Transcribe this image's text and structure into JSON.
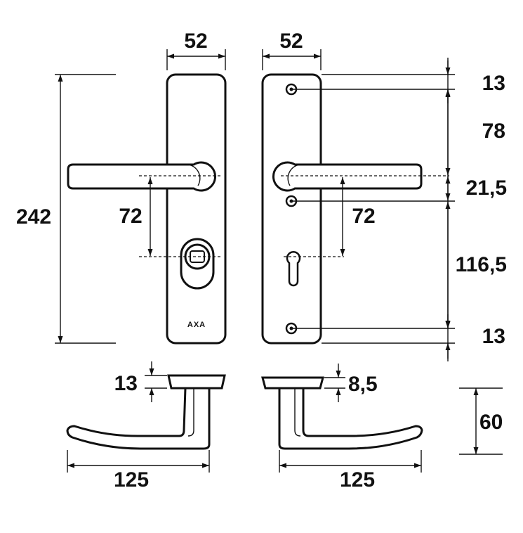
{
  "dimensions": {
    "left_plate_width": "52",
    "right_plate_width": "52",
    "overall_height": "242",
    "left_lever_to_cylinder": "72",
    "right_lever_to_keyhole": "72",
    "top_screw_offset": "13",
    "screw_to_lever": "78",
    "lever_to_screw": "21,5",
    "screw_to_bottom_screw": "116,5",
    "bottom_screw_offset": "13",
    "left_rose_thickness": "13",
    "right_rose_thickness": "8,5",
    "lever_projection": "60",
    "left_lever_length": "125",
    "right_lever_length": "125"
  },
  "brand": "AXA"
}
